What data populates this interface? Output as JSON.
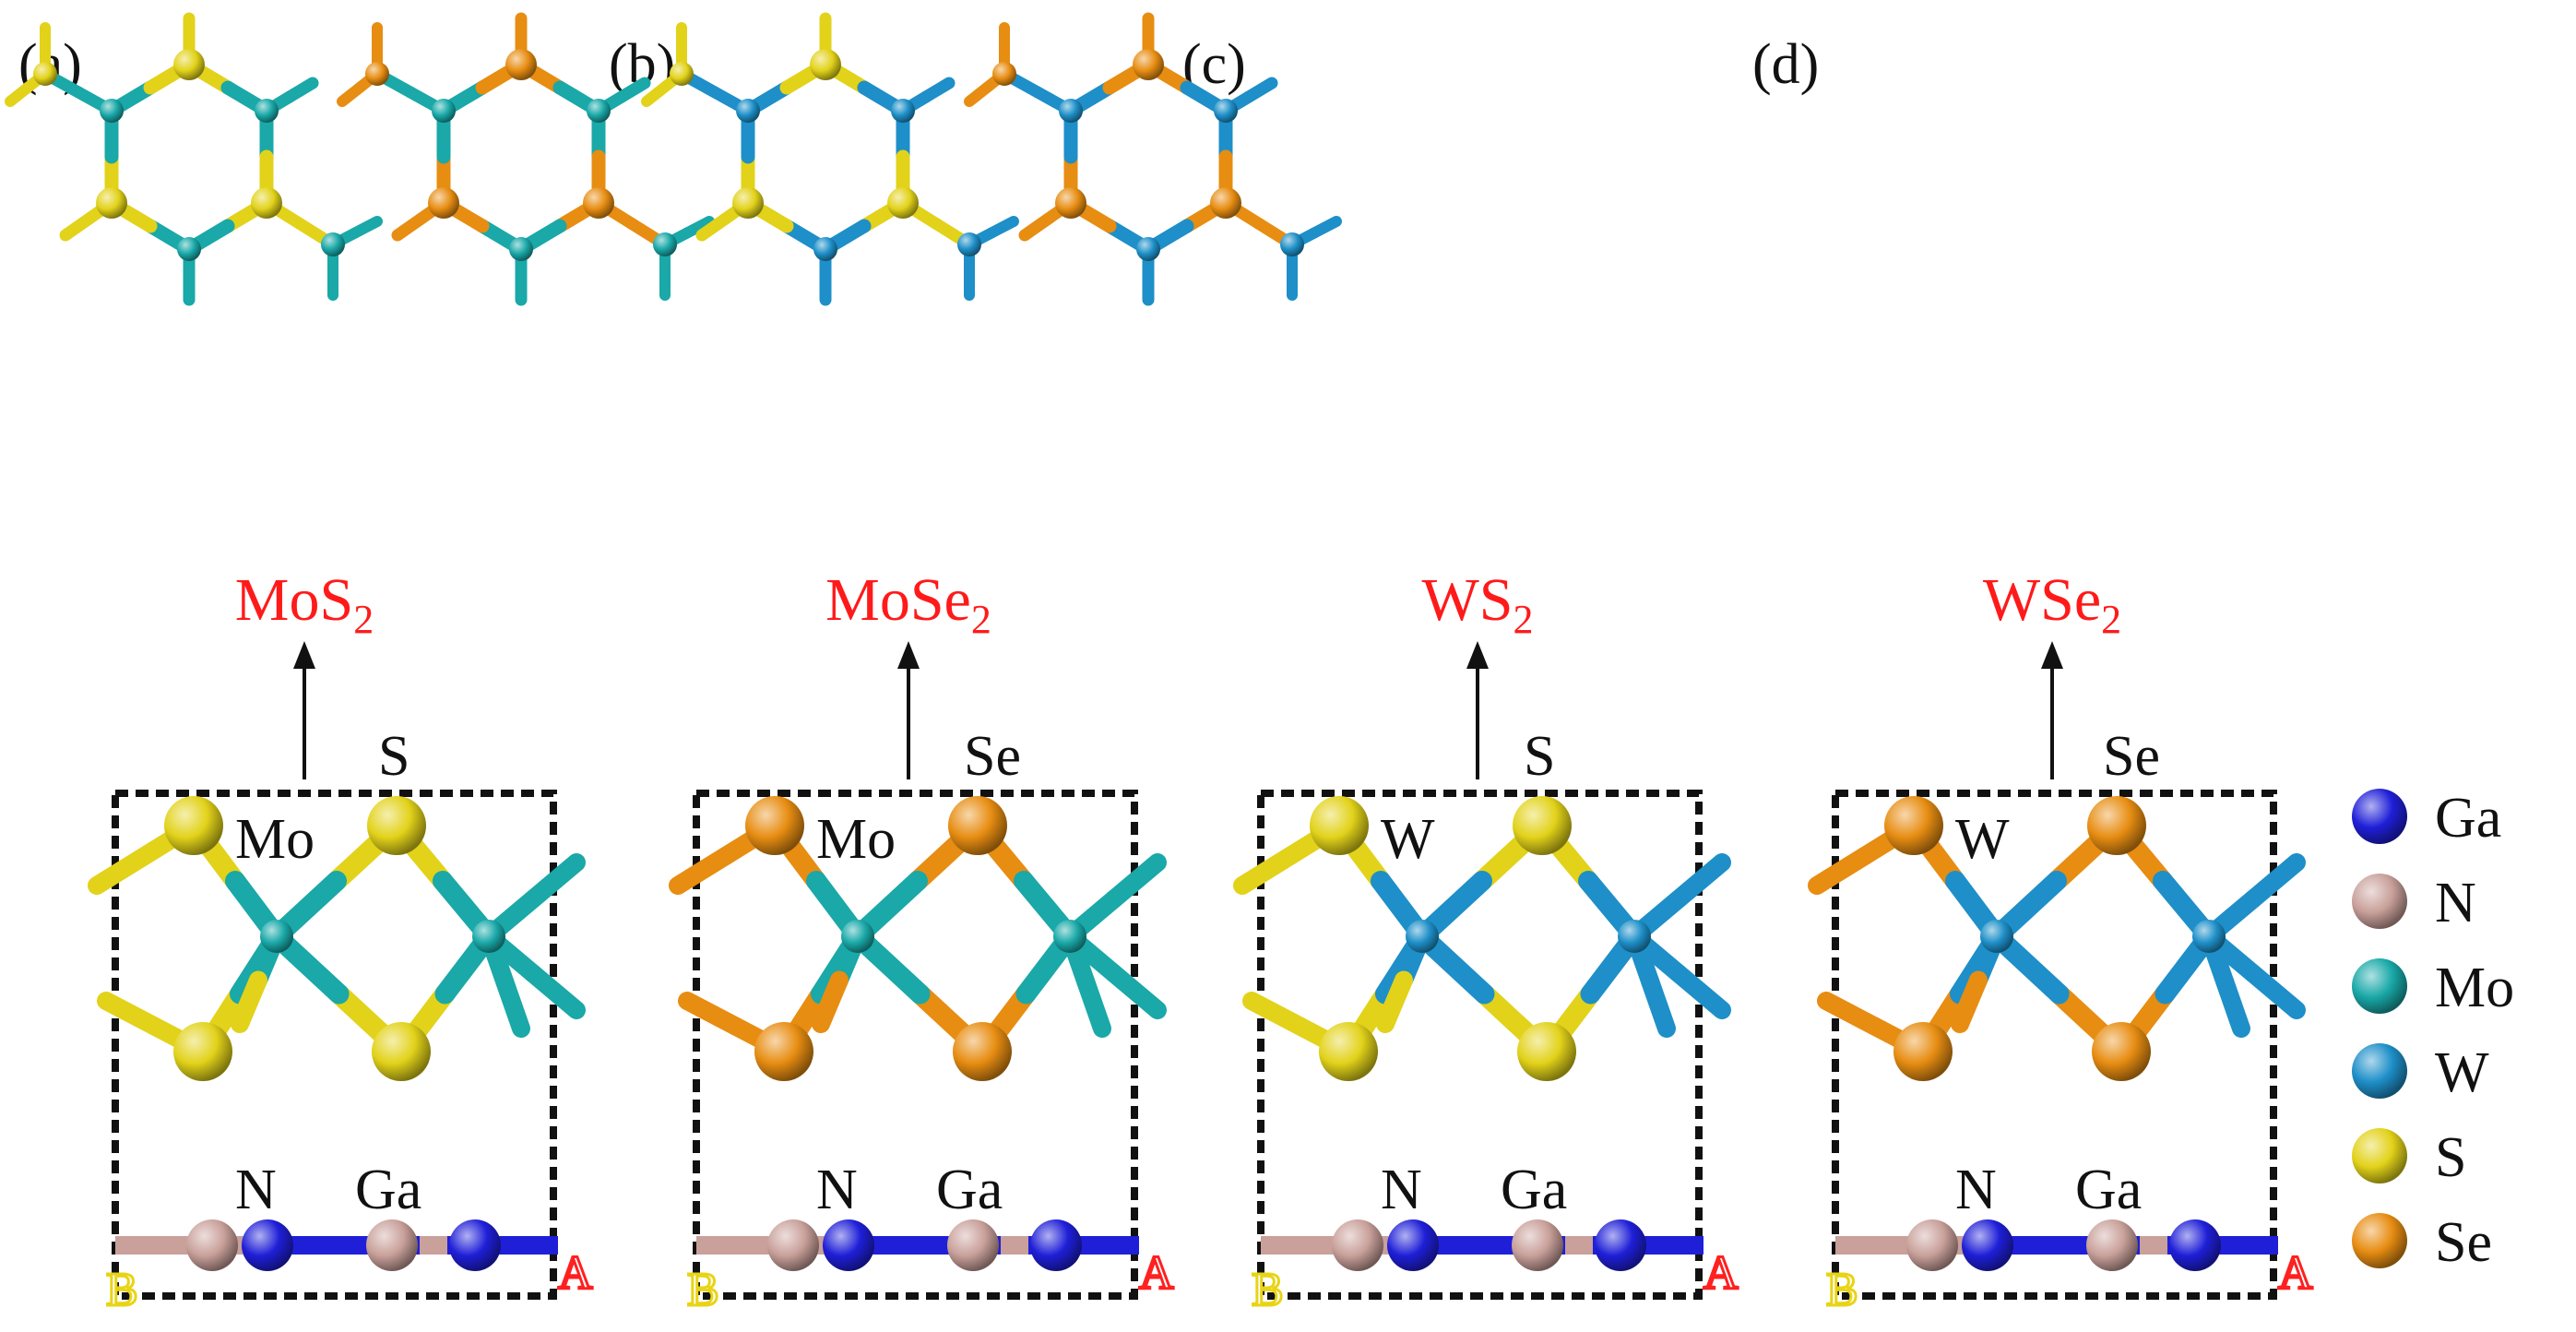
{
  "colors": {
    "Ga": "#1f1fd8",
    "N": "#c9a09a",
    "Mo": "#1aa8a8",
    "W": "#1e8fc8",
    "S": "#e2d21a",
    "Se": "#e78d12",
    "formula": "#ff1a1a",
    "frame": "#111111"
  },
  "panels": [
    {
      "id": "a",
      "label": "(a)",
      "metal": "Mo",
      "chalcogen": "S",
      "formula_base": "MoS",
      "formula_sub": "2",
      "metal_label": "Mo",
      "chalc_label": "S",
      "n_label": "N",
      "ga_label": "Ga",
      "corner_b": "B",
      "corner_a": "A"
    },
    {
      "id": "b",
      "label": "(b)",
      "metal": "Mo",
      "chalcogen": "Se",
      "formula_base": "MoSe",
      "formula_sub": "2",
      "metal_label": "Mo",
      "chalc_label": "Se",
      "n_label": "N",
      "ga_label": "Ga",
      "corner_b": "B",
      "corner_a": "A"
    },
    {
      "id": "c",
      "label": "(c)",
      "metal": "W",
      "chalcogen": "S",
      "formula_base": "WS",
      "formula_sub": "2",
      "metal_label": "W",
      "chalc_label": "S",
      "n_label": "N",
      "ga_label": "Ga",
      "corner_b": "B",
      "corner_a": "A"
    },
    {
      "id": "d",
      "label": "(d)",
      "metal": "W",
      "chalcogen": "Se",
      "formula_base": "WSe",
      "formula_sub": "2",
      "metal_label": "W",
      "chalc_label": "Se",
      "n_label": "N",
      "ga_label": "Ga",
      "corner_b": "B",
      "corner_a": "A"
    }
  ],
  "legend": [
    {
      "element": "Ga",
      "label": "Ga"
    },
    {
      "element": "N",
      "label": "N"
    },
    {
      "element": "Mo",
      "label": "Mo"
    },
    {
      "element": "W",
      "label": "W"
    },
    {
      "element": "S",
      "label": "S"
    },
    {
      "element": "Se",
      "label": "Se"
    }
  ]
}
